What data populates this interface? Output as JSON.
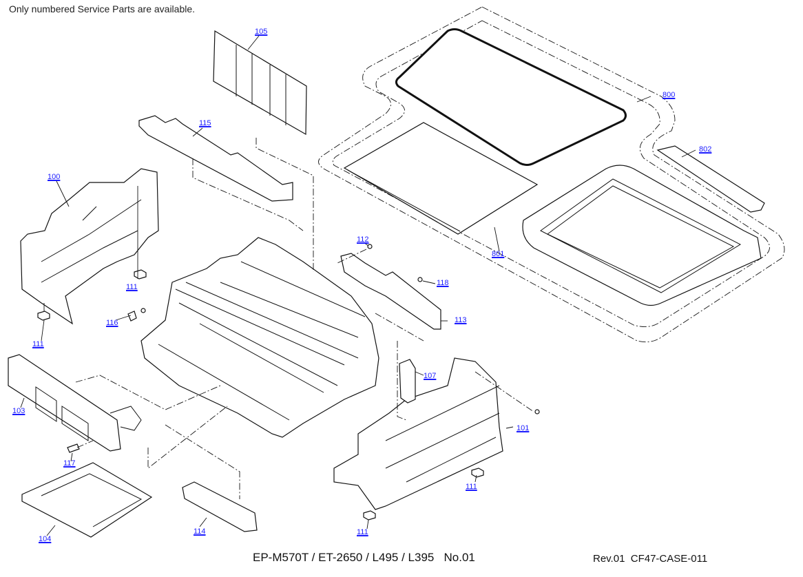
{
  "header": {
    "note": "Only numbered Service Parts are available."
  },
  "footer": {
    "models": "EP-M570T / ET-2650 / L495 / L395   No.01",
    "revision": "Rev.01  CF47-CASE-011"
  },
  "parts": [
    {
      "id": "105",
      "label": "105"
    },
    {
      "id": "115",
      "label": "115"
    },
    {
      "id": "100",
      "label": "100"
    },
    {
      "id": "111a",
      "label": "111"
    },
    {
      "id": "111b",
      "label": "111"
    },
    {
      "id": "116",
      "label": "116"
    },
    {
      "id": "112",
      "label": "112"
    },
    {
      "id": "118",
      "label": "118"
    },
    {
      "id": "113",
      "label": "113"
    },
    {
      "id": "800",
      "label": "800"
    },
    {
      "id": "801",
      "label": "801"
    },
    {
      "id": "802",
      "label": "802"
    },
    {
      "id": "107",
      "label": "107"
    },
    {
      "id": "101",
      "label": "101"
    },
    {
      "id": "103",
      "label": "103"
    },
    {
      "id": "117",
      "label": "117"
    },
    {
      "id": "104",
      "label": "104"
    },
    {
      "id": "114",
      "label": "114"
    },
    {
      "id": "111c",
      "label": "111"
    },
    {
      "id": "111d",
      "label": "111"
    }
  ],
  "colors": {
    "link": "#1a1aff",
    "line": "#111111"
  }
}
